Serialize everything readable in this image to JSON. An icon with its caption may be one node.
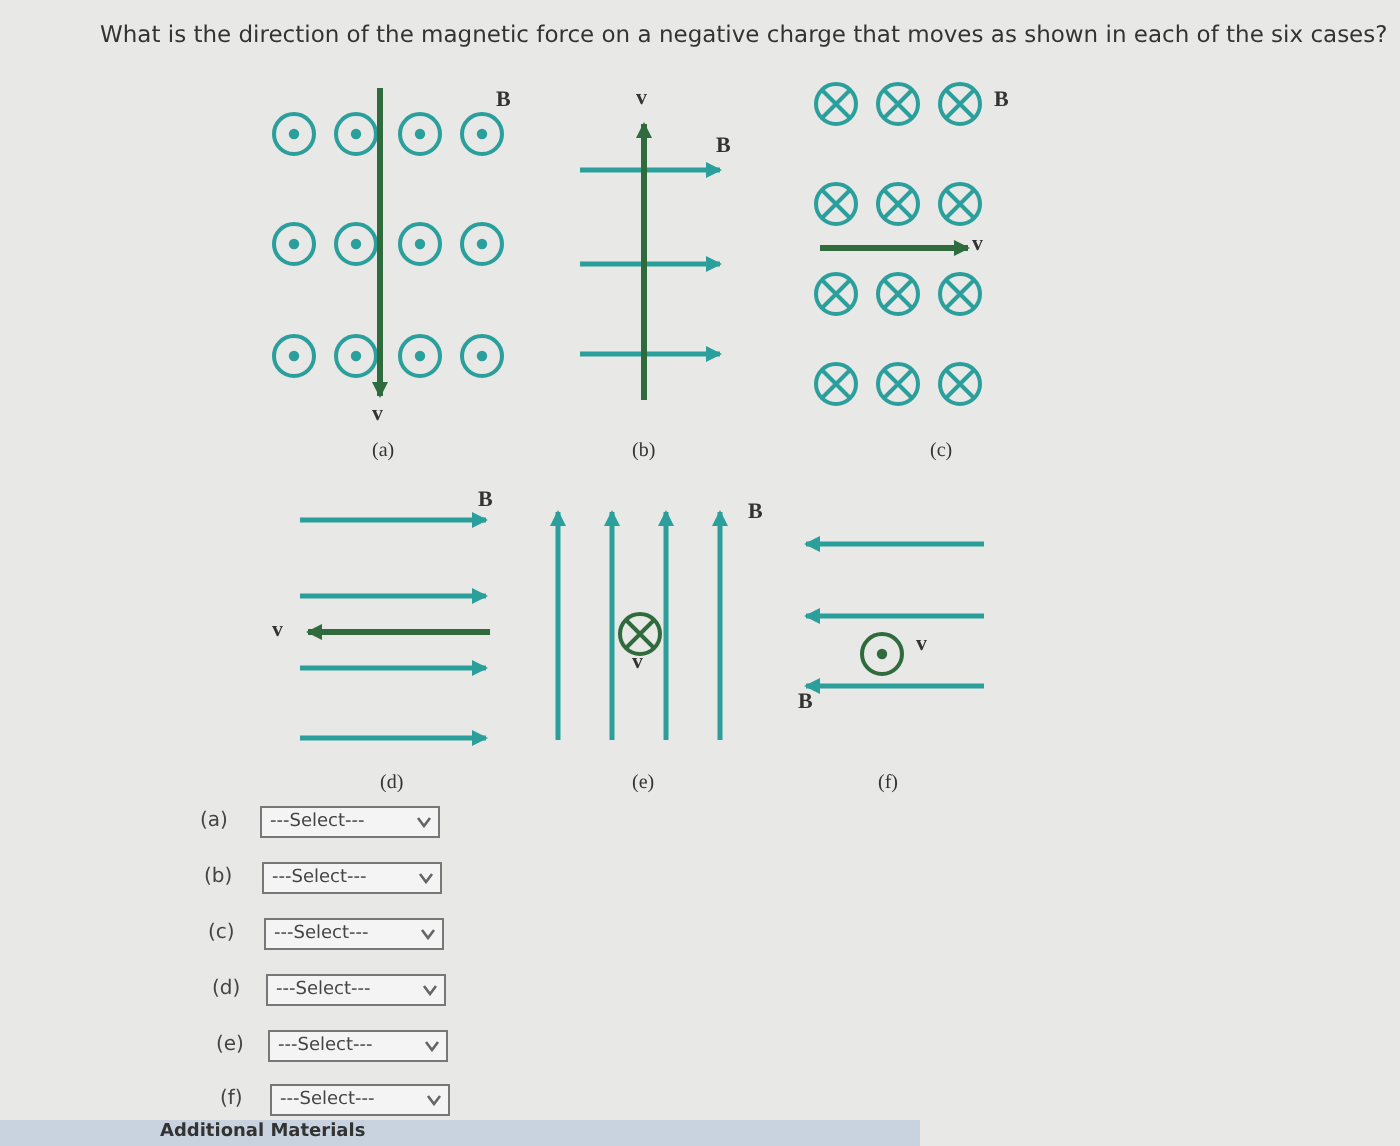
{
  "diagram": {
    "title": "What is the direction of the magnetic force on a negative charge that moves as shown in each of the six cases?",
    "labels": [
      "v⃗",
      "B⃗",
      "B⃗",
      "B⃗",
      "v⃗",
      "v⃗",
      "(a)",
      "(b)",
      "(c)",
      "B⃗",
      "B⃗",
      "v⃗",
      "v⃗",
      "v⃗",
      "B⃗",
      "(d)",
      "(e)",
      "(f)",
      "(a)",
      "---Select---",
      "(b)",
      "---Select---",
      "(c)",
      "---Select---",
      "(d)",
      "---Select---",
      "(e)",
      "---Select---",
      "(f)",
      "---Select---",
      "Additional Materials"
    ]
  }
}
